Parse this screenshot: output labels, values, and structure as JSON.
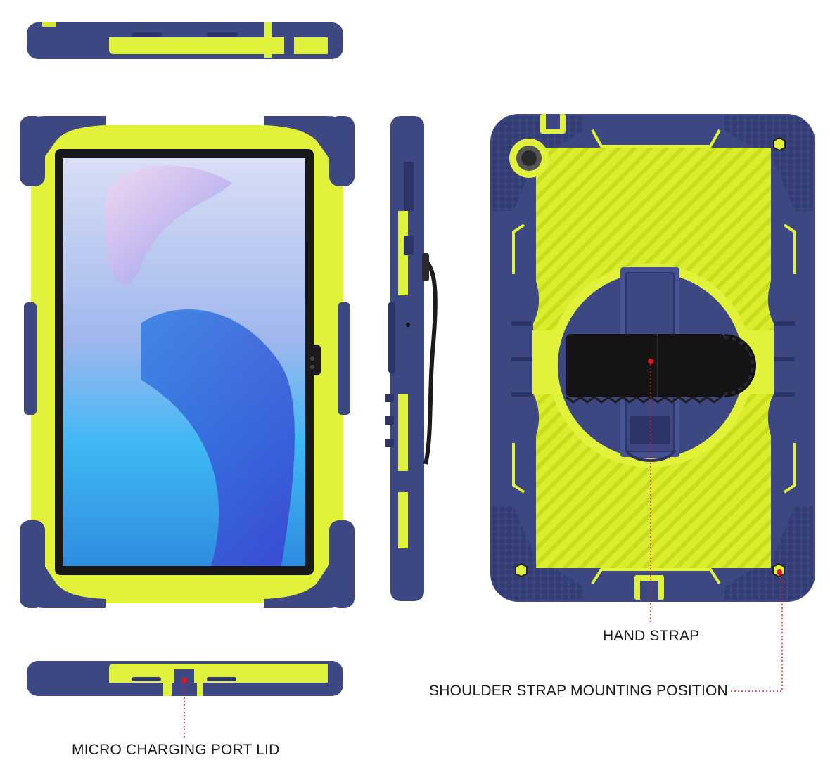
{
  "callouts": {
    "hand_strap": "HAND STRAP",
    "shoulder_strap": "SHOULDER STRAP MOUNTING POSITION",
    "charging_port": "MICRO CHARGING PORT LID"
  },
  "colors": {
    "navy": "#3d4782",
    "navy_dark": "#2c3468",
    "lime": "#e2f23a",
    "lime_dark": "#c4d51f",
    "screen_top": "#b8c8ef",
    "screen_bottom": "#35c4f6",
    "strap": "#141414",
    "marker": "#e0141e"
  }
}
